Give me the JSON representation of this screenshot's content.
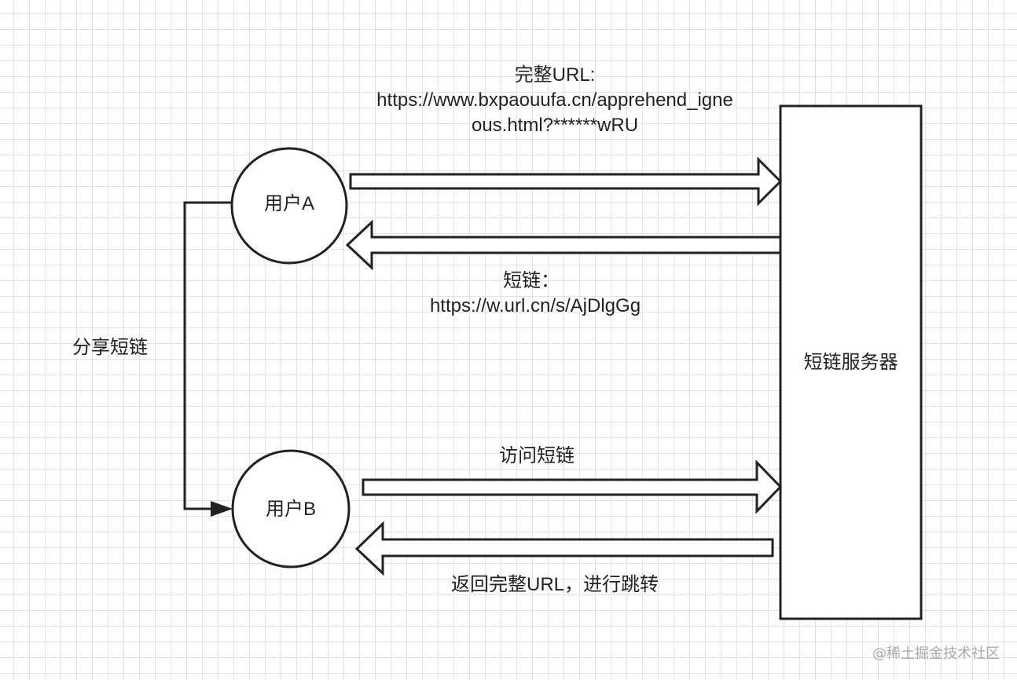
{
  "nodes": {
    "user_a": "用户A",
    "user_b": "用户B",
    "server": "短链服务器"
  },
  "labels": {
    "full_url_title": "完整URL:",
    "full_url_line1": "https://www.bxpaouufa.cn/apprehend_igne",
    "full_url_line2": "ous.html?******wRU",
    "short_link_title": "短链：",
    "short_link_url": "https://w.url.cn/s/AjDlgGg",
    "share": "分享短链",
    "visit": "访问短链",
    "redirect": "返回完整URL，进行跳转"
  },
  "watermark": "@稀土掘金技术社区",
  "colors": {
    "stroke": "#222222",
    "grid": "#e4e4e4",
    "background": "#ffffff"
  }
}
